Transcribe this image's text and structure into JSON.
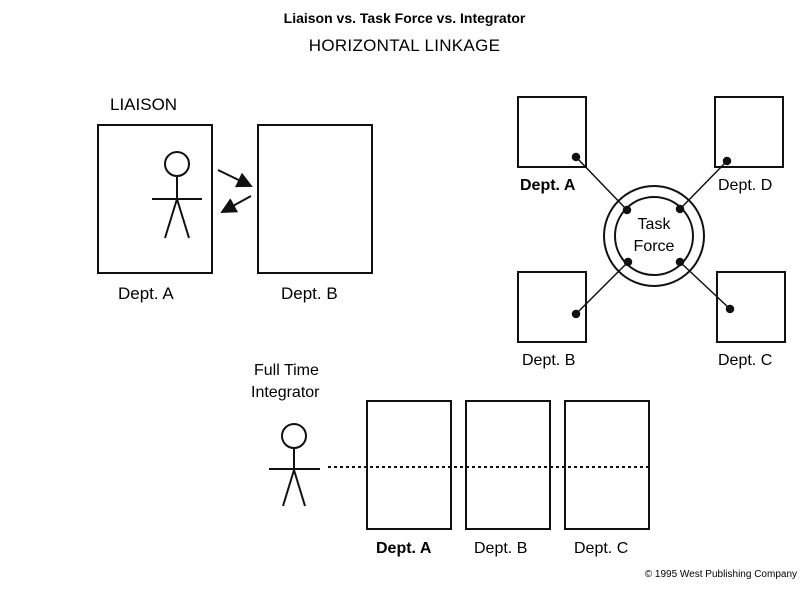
{
  "header": {
    "title": "Liaison vs. Task Force vs. Integrator",
    "subtitle": "HORIZONTAL LINKAGE"
  },
  "liaison": {
    "heading": "LIAISON",
    "dept_a": "Dept. A",
    "dept_b": "Dept. B"
  },
  "task_force": {
    "center_line1": "Task",
    "center_line2": "Force",
    "dept_a": "Dept. A",
    "dept_b": "Dept. B",
    "dept_c": "Dept. C",
    "dept_d": "Dept. D"
  },
  "integrator": {
    "label_line1": "Full Time",
    "label_line2": "Integrator",
    "dept_a": "Dept. A",
    "dept_b": "Dept. B",
    "dept_c": "Dept. C"
  },
  "footer": {
    "copyright": "© 1995 West Publishing Company"
  }
}
